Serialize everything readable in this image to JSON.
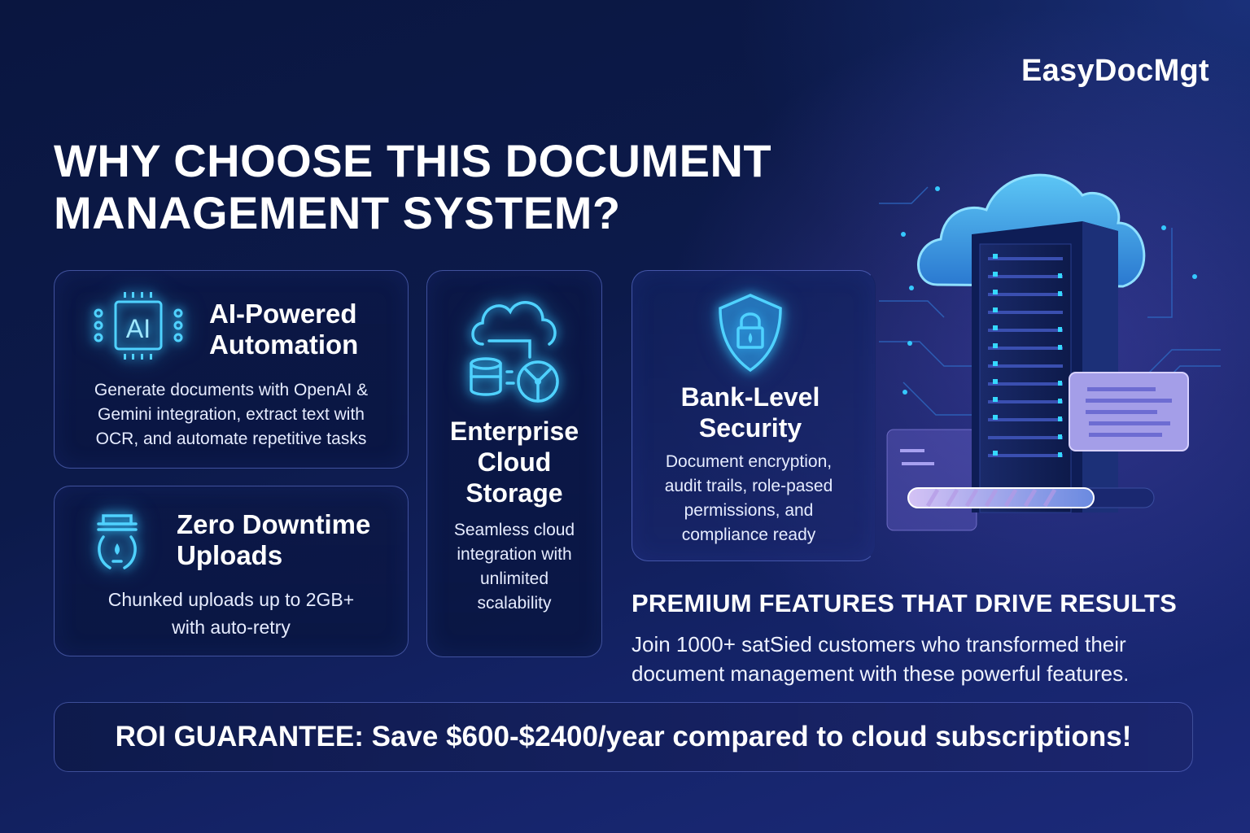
{
  "brand": {
    "name": "EasyDocMgt"
  },
  "headline": {
    "line1": "WHY CHOOSE THIS DOCUMENT",
    "line2": "MANAGEMENT SYSTEM?"
  },
  "features": [
    {
      "id": "ai",
      "icon": "ai-chip-icon",
      "icon_text": "AI",
      "title_line1": "AI-Powered",
      "title_line2": "Automation",
      "desc_lines": [
        "Generate documents with OpenAI &",
        "Gemini integration, extract text with",
        "OCR, and automate repetitive tasks"
      ]
    },
    {
      "id": "upload",
      "icon": "upload-bucket-icon",
      "title_line1": "Zero Downtime",
      "title_line2": "Uploads",
      "desc_lines": [
        "Chunked uploads up to 2GB+",
        "with auto-retry"
      ]
    },
    {
      "id": "cloud",
      "icon": "cloud-storage-icon",
      "title_lines": [
        "Enterprise",
        "Cloud",
        "Storage"
      ],
      "desc_lines": [
        "Seamless cloud",
        "integration with",
        "unlimited",
        "scalability"
      ]
    },
    {
      "id": "security",
      "icon": "shield-lock-icon",
      "title_line1": "Bank-Level",
      "title_line2": "Security",
      "desc_lines": [
        "Document encryption,",
        "audit trails, role-pased",
        "permissions, and",
        "compliance ready"
      ]
    }
  ],
  "premium": {
    "title": "PREMIUM FEATURES THAT DRIVE RESULTS",
    "desc_line1": "Join 1000+ satSied customers who transformed their",
    "desc_line2": "document management with these powerful features."
  },
  "roi": {
    "text": "ROI GUARANTEE: Save $600-$2400/year compared to cloud subscriptions!"
  },
  "illustration": {
    "name": "cloud-server-illustration",
    "progress_percent": 75
  },
  "colors": {
    "accent_cyan": "#35c8ff",
    "bg_dark": "#0a1640",
    "bg_purple": "#1c2a7a",
    "card_border": "#6e82e6"
  }
}
